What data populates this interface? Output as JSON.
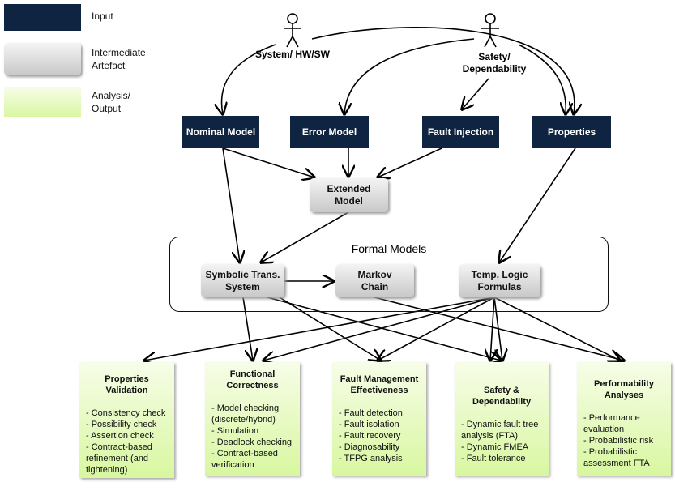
{
  "legend": {
    "input": "Input",
    "intermediate": "Intermediate Artefact",
    "output": "Analysis/ Output"
  },
  "actors": {
    "system": "System/ HW/SW",
    "safety": "Safety/ Dependability"
  },
  "inputs": {
    "nominal": "Nominal Model",
    "error": "Error Model",
    "fault_injection": "Fault Injection",
    "properties": "Properties"
  },
  "extended": "Extended Model",
  "formal": {
    "title": "Formal Models",
    "sts": "Symbolic Trans. System",
    "markov": "Markov Chain",
    "temporal": "Temp. Logic Formulas"
  },
  "outputs": [
    {
      "title": "Properties Validation",
      "items": [
        "- Consistency check",
        "- Possibility check",
        "- Assertion check",
        "- Contract-based refinement (and tightening)"
      ]
    },
    {
      "title": "Functional Correctness",
      "items": [
        "- Model checking (discrete/hybrid)",
        "- Simulation",
        "- Deadlock checking",
        "- Contract-based verification"
      ]
    },
    {
      "title": "Fault Management Effectiveness",
      "items": [
        "- Fault detection",
        "- Fault isolation",
        "- Fault recovery",
        "- Diagnosability",
        "- TFPG analysis"
      ]
    },
    {
      "title": "Safety & Dependability",
      "items": [
        "- Dynamic fault tree analysis (FTA)",
        "- Dynamic FMEA",
        "- Fault tolerance"
      ]
    },
    {
      "title": "Performability Analyses",
      "items": [
        "- Performance evaluation",
        "- Probabilistic risk",
        "- Probabilistic assessment FTA"
      ]
    }
  ]
}
